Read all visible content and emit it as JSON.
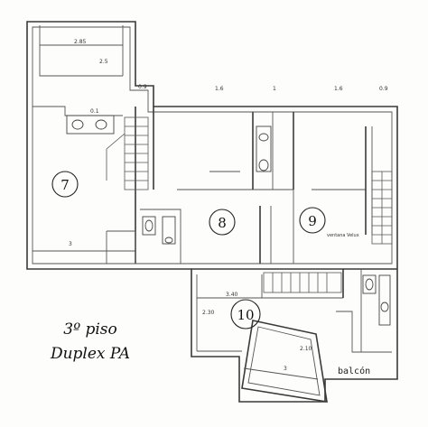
{
  "caption": {
    "floor": "3º piso",
    "unit": "Duplex PA"
  },
  "rooms": [
    {
      "number": "7"
    },
    {
      "number": "8"
    },
    {
      "number": "9"
    },
    {
      "number": "10"
    }
  ],
  "labels": {
    "balcony": "balcón",
    "skylight": "ventana Velux"
  },
  "dimensions": {
    "room7_width": "2.85",
    "room7_height": "2.5",
    "stair_gap": "0.9",
    "top_1": "1.6",
    "top_2": "1",
    "top_3": "1.6",
    "top_4": "0.9",
    "bath_1": "0.1",
    "room7_bottom": "3",
    "room10_width": "3.40",
    "room10_height": "2.30",
    "balcony_width": "3",
    "balcony_height": "2.10"
  }
}
